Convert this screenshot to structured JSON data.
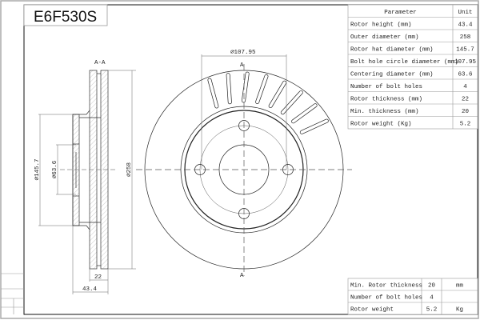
{
  "title": "E6F530S",
  "section_label": "A-A",
  "cut_marker": "A",
  "dimensions": {
    "bolt_circle": "⌀107.95",
    "outer_diameter": "⌀258",
    "hat_diameter": "⌀145.7",
    "centering_diameter": "⌀63.6",
    "thickness": "22",
    "height": "43.4"
  },
  "spec_table": {
    "headers": [
      "Parameter",
      "Unit"
    ],
    "rows": [
      [
        "Rotor height (mm)",
        "43.4"
      ],
      [
        "Outer diameter (mm)",
        "258"
      ],
      [
        "Rotor hat diameter (mm)",
        "145.7"
      ],
      [
        "Bolt hole circle diameter (mm)",
        "107.95"
      ],
      [
        "Centering diameter (mm)",
        "63.6"
      ],
      [
        "Number of bolt holes",
        "4"
      ],
      [
        "Rotor thickness (mm)",
        "22"
      ],
      [
        "Min. thickness (mm)",
        "20"
      ],
      [
        "Rotor weight (Kg)",
        "5.2"
      ]
    ]
  },
  "summary_table": {
    "rows": [
      [
        "Min. Rotor thickness",
        "20",
        "mm"
      ],
      [
        "Number of bolt holes",
        "4",
        ""
      ],
      [
        "Rotor weight",
        "5.2",
        "Kg"
      ]
    ]
  },
  "vane_count_visible": 8,
  "bolt_holes": 4
}
